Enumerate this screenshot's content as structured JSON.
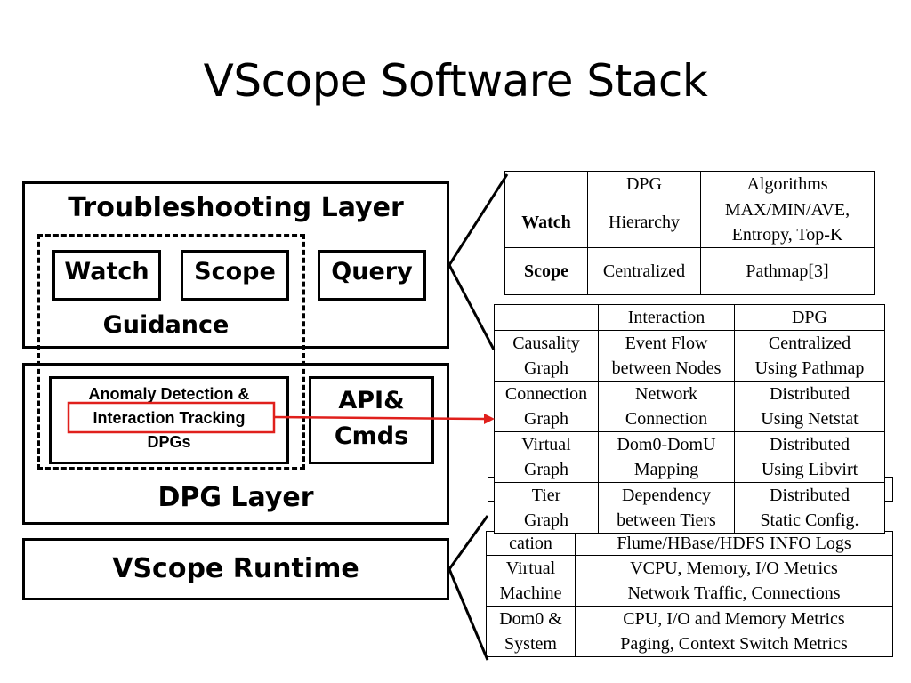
{
  "slide": {
    "title": "VScope Software Stack"
  },
  "stack": {
    "troubleshooting_layer": "Troubleshooting Layer",
    "watch": "Watch",
    "scope": "Scope",
    "query": "Query",
    "guidance": "Guidance",
    "dpg_box_line1": "Anomaly Detection &",
    "dpg_box_line2": "Interaction Tracking",
    "dpg_box_line3": "DPGs",
    "api_line1": "API&",
    "api_line2": "Cmds",
    "dpg_layer": "DPG Layer",
    "runtime": "VScope Runtime"
  },
  "table_top": {
    "headers": [
      "",
      "DPG",
      "Algorithms"
    ],
    "rows": [
      {
        "name": "Watch",
        "dpg": "Hierarchy",
        "alg1": "MAX/MIN/AVE,",
        "alg2": "Entropy, Top-K"
      },
      {
        "name": "Scope",
        "dpg": "Centralized",
        "alg1": "Pathmap[3]"
      }
    ]
  },
  "table_mid": {
    "headers": [
      "",
      "Interaction",
      "DPG"
    ],
    "rows": [
      {
        "c1a": "Causality",
        "c1b": "Graph",
        "c2a": "Event Flow",
        "c2b": "between Nodes",
        "c3a": "Centralized",
        "c3b": "Using Pathmap"
      },
      {
        "c1a": "Connection",
        "c1b": "Graph",
        "c2a": "Network",
        "c2b": "Connection",
        "c3a": "Distributed",
        "c3b": "Using Netstat"
      },
      {
        "c1a": "Virtual",
        "c1b": "Graph",
        "c2a": "Dom0-DomU",
        "c2b": "Mapping",
        "c3a": "Distributed",
        "c3b": "Using Libvirt"
      },
      {
        "c1a": "Tier",
        "c1b": "Graph",
        "c2a": "Dependency",
        "c2b": "between Tiers",
        "c3a": "Distributed",
        "c3b": "Static Config."
      }
    ]
  },
  "table_bottom": {
    "rows": [
      {
        "a1": "cation",
        "a2": "",
        "b1": "Flume/HBase/HDFS INFO Logs",
        "b2": ""
      },
      {
        "a1": "Virtual",
        "a2": "Machine",
        "b1": "VCPU, Memory, I/O Metrics",
        "b2": "Network Traffic, Connections"
      },
      {
        "a1": "Dom0 &",
        "a2": "System",
        "b1": "CPU, I/O and Memory Metrics",
        "b2": "Paging, Context Switch Metrics"
      }
    ]
  },
  "colors": {
    "highlight": "#e0201c"
  }
}
